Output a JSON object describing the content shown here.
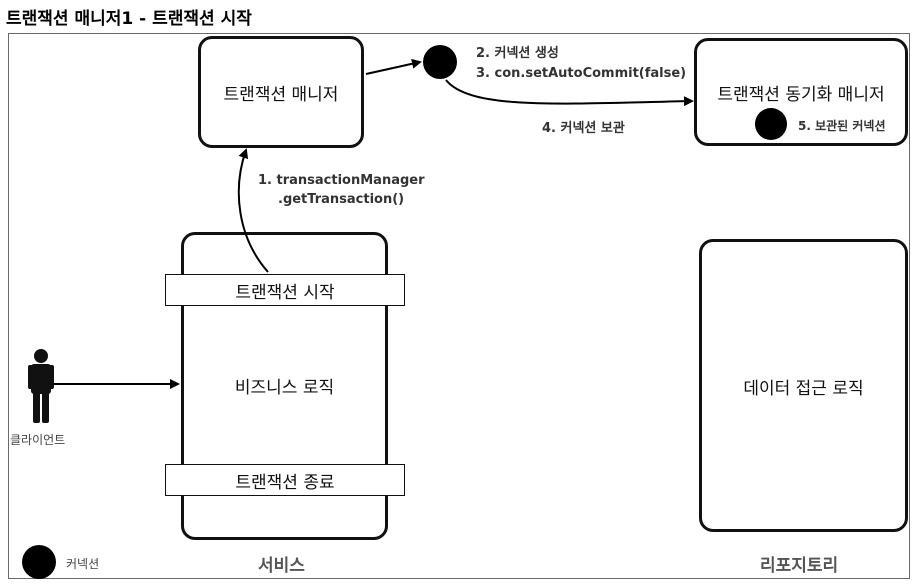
{
  "title": "트랜잭션 매니저1 - 트랜잭션 시작",
  "nodes": {
    "tx_manager": "트랜잭션 매니저",
    "tx_sync_manager": "트랜잭션 동기화 매니저",
    "tx_start": "트랜잭션 시작",
    "business_logic": "비즈니스 로직",
    "tx_end": "트랜잭션 종료",
    "data_access": "데이터 접근 로직",
    "client": "클라이언트"
  },
  "steps": {
    "step1_line1": "1. transactionManager",
    "step1_line2": ".getTransaction()",
    "step2": "2. 커넥션 생성",
    "step3": "3. con.setAutoCommit(false)",
    "step4": "4. 커넥션 보관",
    "step5": "5. 보관된 커넥션"
  },
  "sections": {
    "service": "서비스",
    "repository": "리포지토리"
  },
  "legend": {
    "connection": "커넥션"
  }
}
